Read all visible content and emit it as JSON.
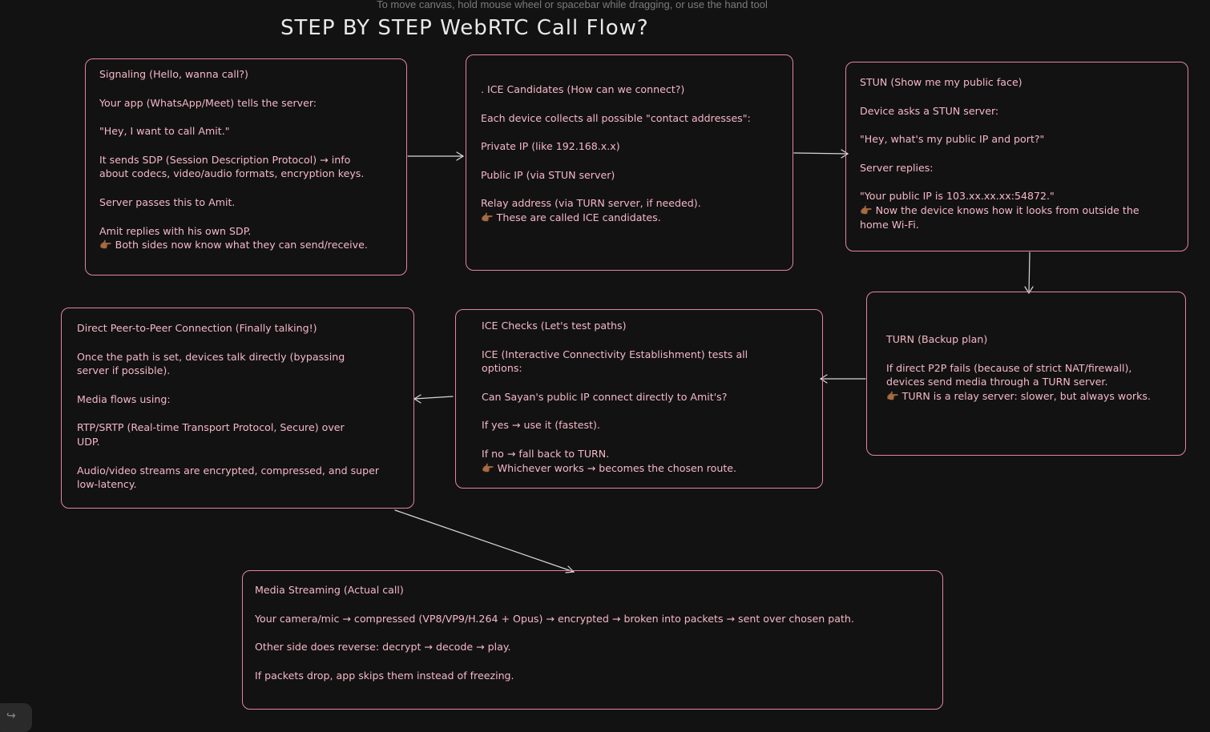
{
  "canvas_hint": "To move canvas, hold mouse wheel or spacebar while dragging, or use the hand tool",
  "title": "STEP BY STEP WebRTC Call Flow?",
  "boxes": {
    "signaling": {
      "heading": "Signaling (Hello, wanna call?)",
      "p1": "Your app (WhatsApp/Meet) tells the server:",
      "p2": "\"Hey, I want to call Amit.\"",
      "p3a": "It sends SDP (Session Description Protocol) → info",
      "p3b": "about codecs, video/audio formats, encryption keys.",
      "p4": "Server passes this to Amit.",
      "p5a": "Amit replies with his own SDP.",
      "p5b": "👉🏾 Both sides now know what they can send/receive."
    },
    "ice_candidates": {
      "heading": ". ICE Candidates (How can we connect?)",
      "p1": "Each device collects all possible \"contact addresses\":",
      "p2": "Private IP (like 192.168.x.x)",
      "p3": "Public IP (via STUN server)",
      "p4a": "Relay address (via TURN server, if needed).",
      "p4b": "👉🏾 These are called ICE candidates."
    },
    "stun": {
      "heading": "STUN (Show me my public face)",
      "p1": "Device asks a STUN server:",
      "p2": "\"Hey, what's my public IP and port?\"",
      "p3": "Server replies:",
      "p4a": "\"Your public IP is 103.xx.xx.xx:54872.\"",
      "p4b": "👉🏾 Now the device knows how it looks from outside the",
      "p4c": "home Wi-Fi."
    },
    "turn": {
      "heading": "TURN (Backup plan)",
      "p1a": "If direct P2P fails (because of strict NAT/firewall),",
      "p1b": "devices send media through a TURN server.",
      "p1c": "👉🏾 TURN is a relay server: slower, but always works."
    },
    "ice_checks": {
      "heading": "ICE Checks (Let's test paths)",
      "p1a": "ICE (Interactive Connectivity Establishment) tests all",
      "p1b": "options:",
      "p2": "Can Sayan's public IP connect directly to Amit's?",
      "p3": "If yes → use it (fastest).",
      "p4a": "If no → fall back to TURN.",
      "p4b": "👉🏾 Whichever works → becomes the chosen route."
    },
    "p2p": {
      "heading": "Direct Peer-to-Peer Connection (Finally talking!)",
      "p1a": "Once the path is set, devices talk directly (bypassing",
      "p1b": "server if possible).",
      "p2": "Media flows using:",
      "p3a": "RTP/SRTP (Real-time Transport Protocol, Secure) over",
      "p3b": "UDP.",
      "p4a": "Audio/video streams are encrypted, compressed, and super",
      "p4b": "low-latency."
    },
    "media": {
      "heading": "Media Streaming (Actual call)",
      "p1": "Your camera/mic → compressed (VP8/VP9/H.264 + Opus) → encrypted → broken into packets → sent over chosen path.",
      "p2": "Other side does reverse: decrypt → decode → play.",
      "p3": "If packets drop, app skips them instead of freezing."
    }
  },
  "colors": {
    "background": "#121212",
    "box_border": "#e4849f",
    "box_text": "#f6b8c8",
    "arrow": "#d8d8d8",
    "title": "#e9e9e9"
  },
  "icons": {
    "pointer": "backhand-index-pointing-right-icon",
    "corner": "redo-icon"
  }
}
